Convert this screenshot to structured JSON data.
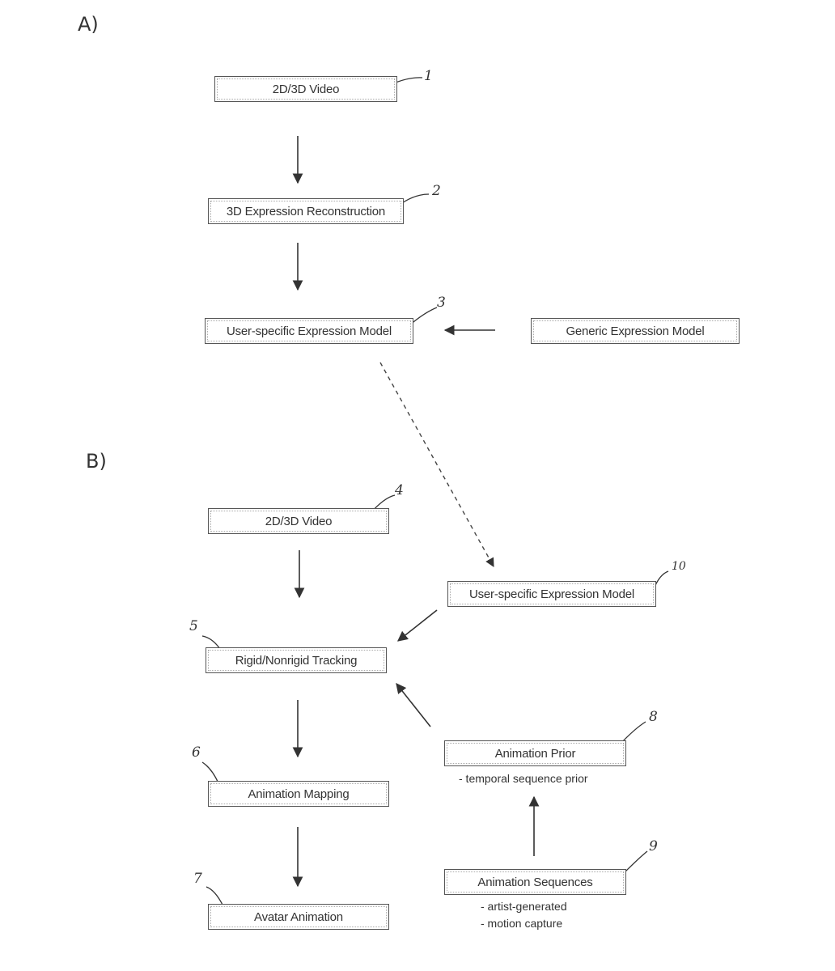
{
  "panels": {
    "a": "A)",
    "b": "B)"
  },
  "boxes": {
    "video_a": "2D/3D Video",
    "reconstruction": "3D Expression Reconstruction",
    "user_model_a": "User-specific Expression Model",
    "generic_model": "Generic Expression Model",
    "video_b": "2D/3D Video",
    "user_model_b": "User-specific Expression Model",
    "tracking": "Rigid/Nonrigid Tracking",
    "animation_prior": "Animation Prior",
    "mapping": "Animation Mapping",
    "avatar": "Avatar Animation",
    "sequences": "Animation Sequences"
  },
  "notes": {
    "prior": "- temporal sequence prior",
    "sequences_1": "- artist-generated",
    "sequences_2": "- motion capture"
  },
  "refs": {
    "r1": "1",
    "r2": "2",
    "r3": "3",
    "r4": "4",
    "r5": "5",
    "r6": "6",
    "r7": "7",
    "r8": "8",
    "r9": "9",
    "r10": "10"
  }
}
